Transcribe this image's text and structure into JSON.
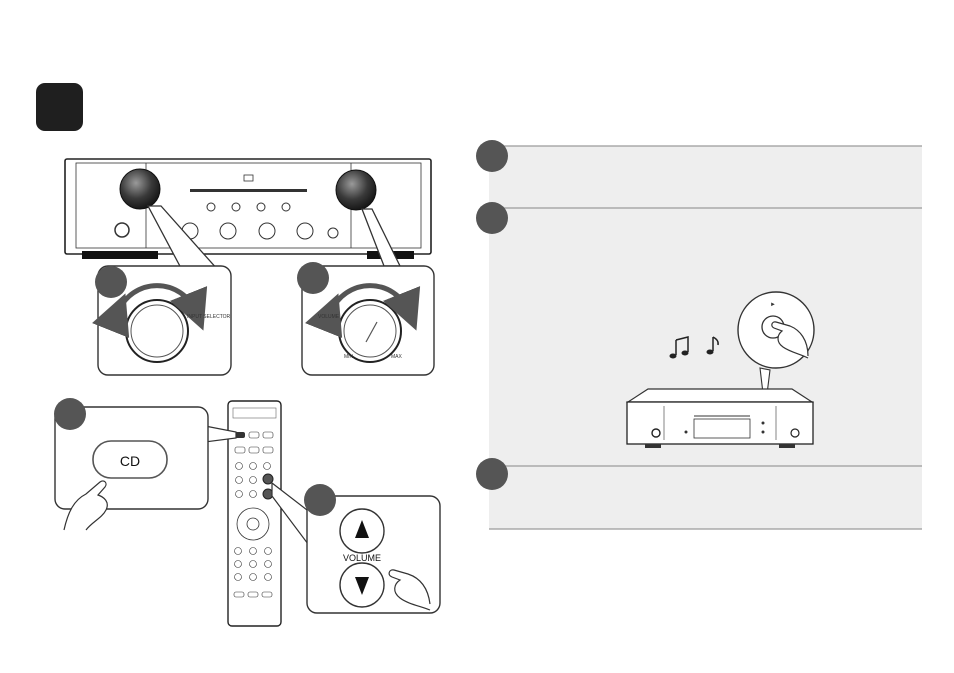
{
  "step_badge": {
    "color": "#1f1f1f"
  },
  "left": {
    "input_selector_label": "INPUT SELECTOR",
    "volume_label": "VOLUME",
    "min_label": "MIN",
    "max_label": "MAX"
  },
  "remote_callout": {
    "cd_label": "CD",
    "volume_label": "VOLUME"
  },
  "steps_panel": {
    "background": "#eeeeee",
    "rule_color": "#9a9a9a",
    "play_label": "►"
  }
}
